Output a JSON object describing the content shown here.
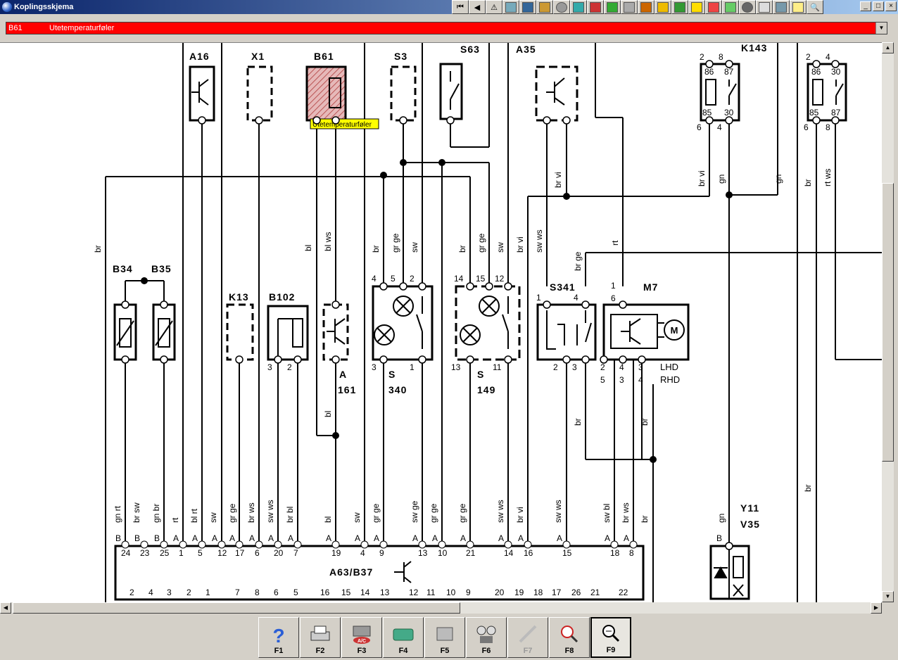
{
  "window": {
    "title": "Koplingsskjema",
    "btn_min": "_",
    "btn_max": "□",
    "btn_close": "×"
  },
  "selector": {
    "code": "B61",
    "label": "Utetemperaturføler",
    "dropdown_arrow": "▼"
  },
  "toolbar": {
    "icons": [
      "first-icon",
      "prev-icon",
      "warning-icon",
      "tool-a-icon",
      "tool-b-icon",
      "tool-c-icon",
      "tool-d-icon",
      "tool-e-icon",
      "tool-f-icon",
      "tool-g-icon",
      "tool-h-icon",
      "tool-i-icon",
      "tool-j-icon",
      "tool-k-icon",
      "tool-l-icon",
      "tool-m-icon",
      "tool-n-icon",
      "tool-o-icon",
      "tool-p-icon",
      "tool-q-icon",
      "tool-r-icon",
      "zoom-icon"
    ]
  },
  "tooltip": "Utetemperaturføler",
  "components": {
    "A16": "A16",
    "X1": "X1",
    "B61": "B61",
    "S3": "S3",
    "S63": "S63",
    "A35": "A35",
    "K143": "K143",
    "B34": "B34",
    "B35": "B35",
    "K13": "K13",
    "B102": "B102",
    "A161a": "A",
    "A161b": "161",
    "S340a": "S",
    "S340b": "340",
    "S149a": "S",
    "S149b": "149",
    "S341": "S341",
    "M7": "M7",
    "Y11": "Y11",
    "V35": "V35",
    "A63": "A63/B37",
    "LHD": "LHD",
    "RHD": "RHD",
    "M": "M"
  },
  "wires": {
    "br": "br",
    "bl": "bl",
    "blws": "bl ws",
    "grge": "gr ge",
    "sw": "sw",
    "brvi": "br vi",
    "swws": "sw ws",
    "gn": "gn",
    "rtws": "rt ws",
    "rt": "rt",
    "gnrt": "gn rt",
    "brsw": "br sw",
    "gnbr": "gn br",
    "blrt": "bl rt",
    "brws": "br ws",
    "brbl": "br bl",
    "swge": "sw ge",
    "swbl": "sw bl"
  },
  "pins": {
    "p2": "2",
    "p8": "8",
    "p86": "86",
    "p87": "87",
    "p85": "85",
    "p30": "30",
    "p6": "6",
    "p4": "4",
    "p4b": "4",
    "p5": "5",
    "p14": "14",
    "p15": "15",
    "p12": "12",
    "p3": "3",
    "p1": "1",
    "p13": "13",
    "p11": "11",
    "p24": "24",
    "p23": "23",
    "p25": "25",
    "p17": "17",
    "p20": "20",
    "p7": "7",
    "p19": "19",
    "p9": "9",
    "p10": "10",
    "p21": "21",
    "p16": "16",
    "p18": "18",
    "b26": "26",
    "b22": "22",
    "pB": "B",
    "pA": "A"
  },
  "fkeys": [
    {
      "label": "F1",
      "icon": "help-icon"
    },
    {
      "label": "F2",
      "icon": "printer-icon"
    },
    {
      "label": "F3",
      "icon": "engine-icon",
      "sub": "A/C"
    },
    {
      "label": "F4",
      "icon": "circuit-board-icon"
    },
    {
      "label": "F5",
      "icon": "sensor-icon"
    },
    {
      "label": "F6",
      "icon": "gauges-icon"
    },
    {
      "label": "F7",
      "icon": "probe-icon"
    },
    {
      "label": "F8",
      "icon": "search-info-icon"
    },
    {
      "label": "F9",
      "icon": "zoom-tool-icon"
    }
  ]
}
